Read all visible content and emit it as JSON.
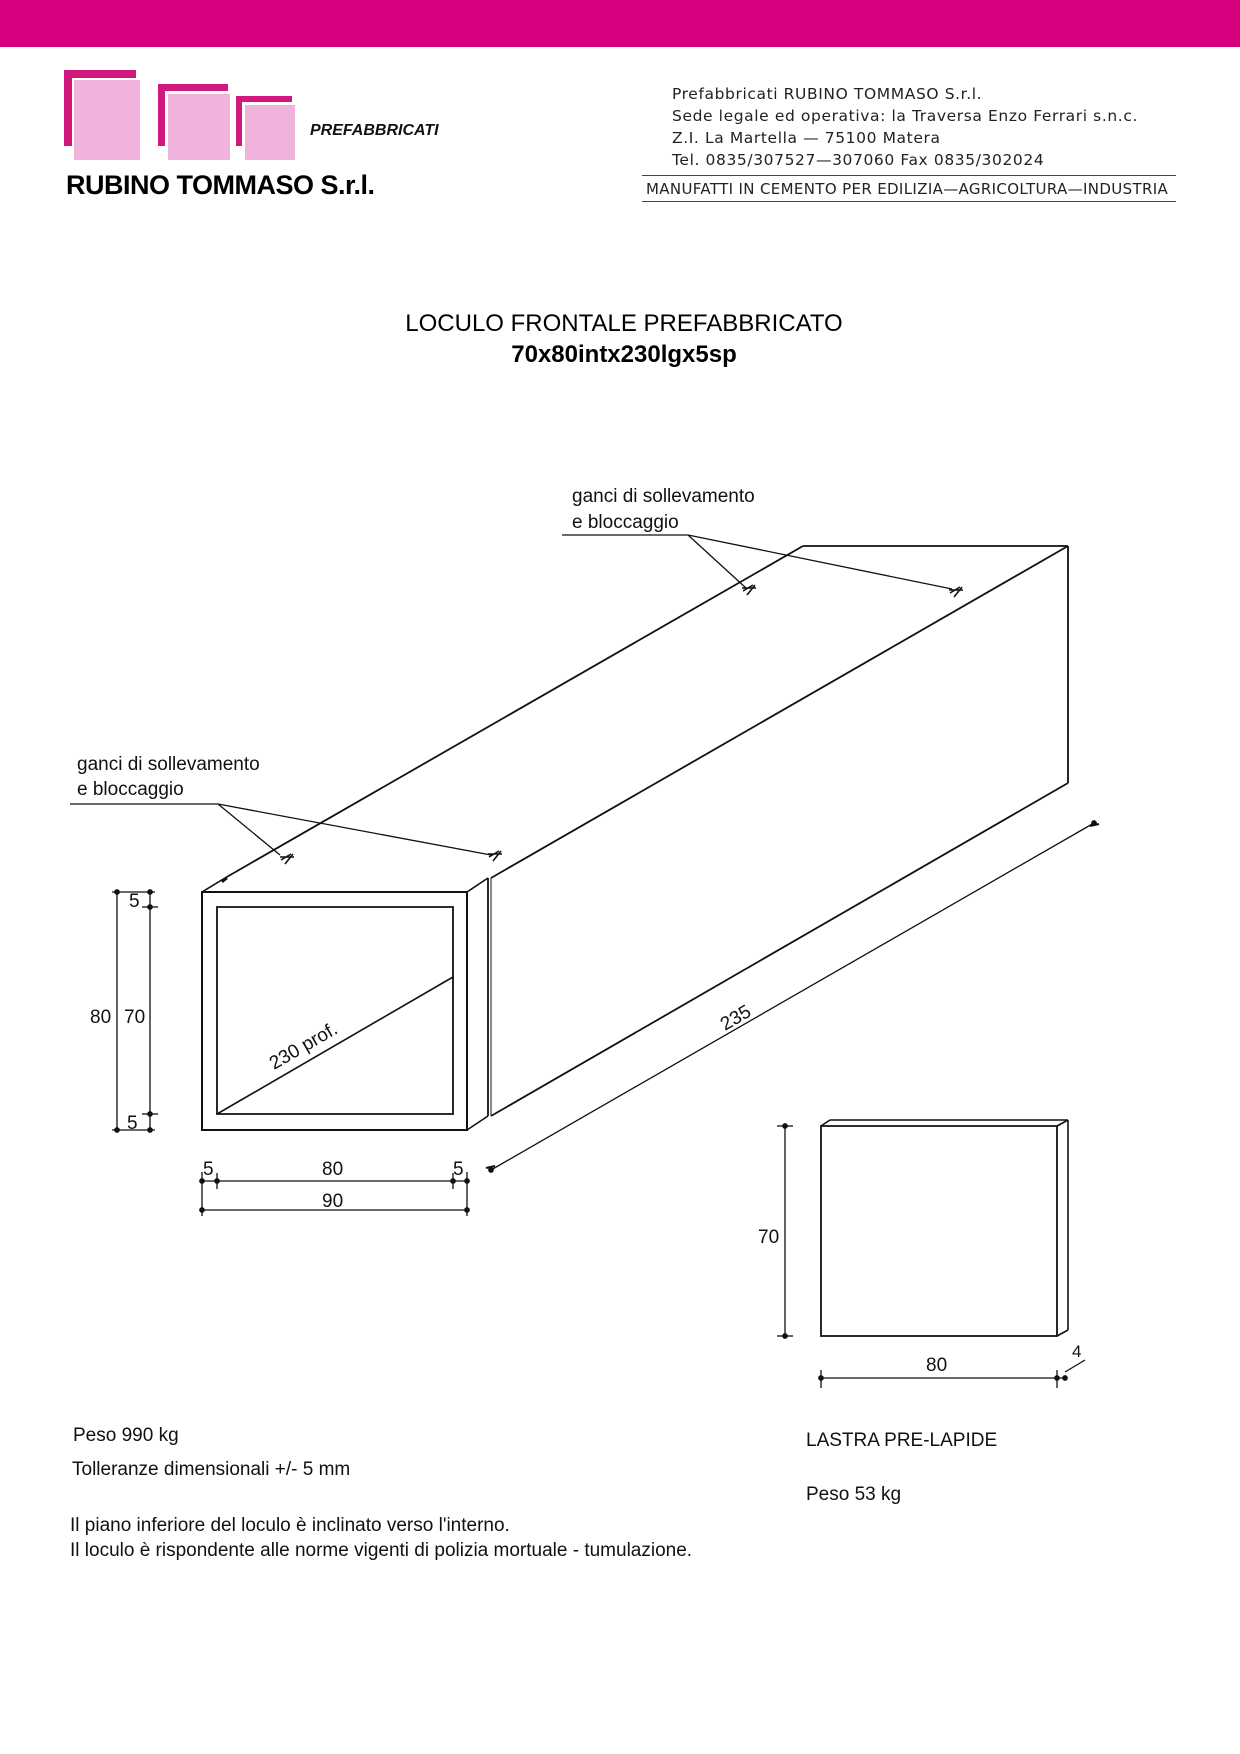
{
  "header": {
    "logo_word": "PREFABBRICATI",
    "company_name": "RUBINO TOMMASO S.r.l.",
    "info_lines": [
      "Prefabbricati RUBINO TOMMASO S.r.l.",
      "Sede legale ed operativa: la Traversa Enzo Ferrari s.n.c.",
      "Z.I. La Martella  —  75100 Matera",
      "Tel. 0835/307527—307060   Fax 0835/302024"
    ],
    "tagline": "MANUFATTI IN CEMENTO PER EDILIZIA—AGRICOLTURA—INDUSTRIA",
    "colors": {
      "accent_bar": "#d6007e",
      "logo_dark": "#d1187f",
      "logo_light": "#efb3dc"
    }
  },
  "title": {
    "line1": "LOCULO FRONTALE PREFABBRICATO",
    "line2": "70x80intx230lgx5sp"
  },
  "drawing": {
    "callout_top": {
      "line1": "ganci di sollevamento",
      "line2": "e bloccaggio"
    },
    "callout_left": {
      "line1": "ganci di sollevamento",
      "line2": "e bloccaggio"
    },
    "dim_left": {
      "top_wall": "5",
      "inner_height": "70",
      "outer_height": "80",
      "bottom_wall": "5"
    },
    "dim_bottom": {
      "left_wall": "5",
      "inner_width": "80",
      "right_wall": "5",
      "outer_width": "90"
    },
    "depth_label": "230 prof.",
    "length_label": "235",
    "slab": {
      "height": "70",
      "width": "80",
      "thickness": "4"
    }
  },
  "notes": {
    "weight": "Peso 990 kg",
    "tolerance": "Tolleranze dimensionali +/- 5 mm",
    "desc1": "Il piano inferiore del loculo è inclinato verso l'interno.",
    "desc2": "Il loculo è rispondente alle norme vigenti di polizia mortuale - tumulazione."
  },
  "slab_notes": {
    "title": "LASTRA PRE-LAPIDE",
    "weight": "Peso 53 kg"
  }
}
